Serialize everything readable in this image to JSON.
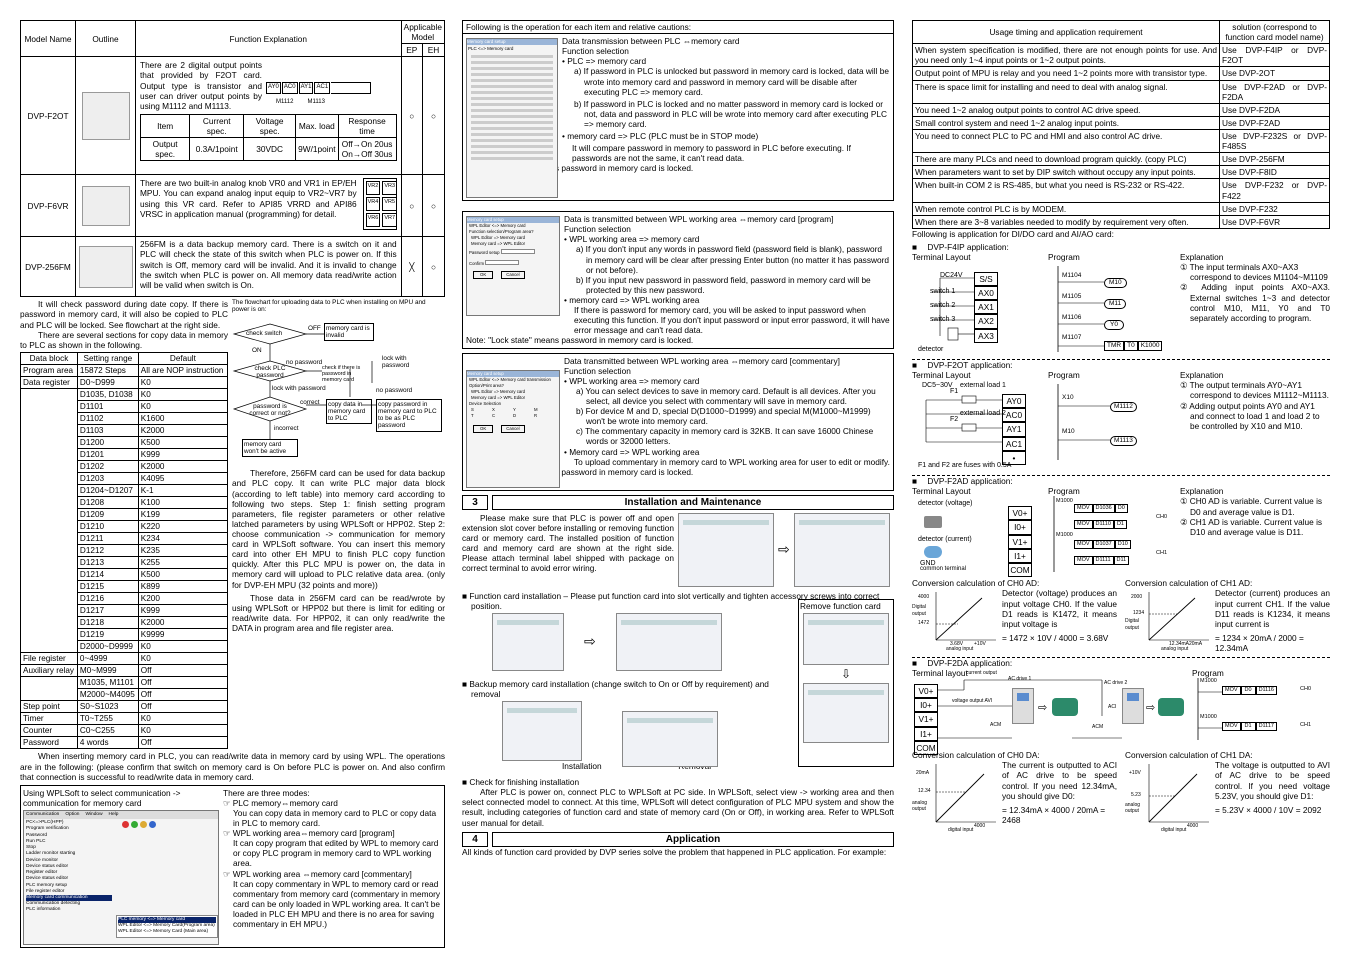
{
  "models_table": {
    "headers": {
      "model": "Model Name",
      "outline": "Outline",
      "func": "Function Explanation",
      "applicable": "Applicable Model",
      "ep": "EP",
      "eh": "EH"
    },
    "rows": [
      {
        "name": "DVP-F2OT",
        "text": "There are 2 digital output points that provided by F2OT card. Output type is transistor and user can driver output points by using M1112 and M1113.",
        "labels": [
          "AY0",
          "AC0",
          "AY1",
          "AC1",
          "M1112",
          "M1113"
        ],
        "ep": "○",
        "eh": "○",
        "spec": {
          "h": [
            "Item",
            "Current spec.",
            "Voltage spec.",
            "Max. load",
            "Response time"
          ],
          "r": [
            "Output spec.",
            "0.3A/1point",
            "30VDC",
            "9W/1point",
            "Off→On 20us",
            "On→Off 30us"
          ]
        }
      },
      {
        "name": "DVP-F6VR",
        "text": "There are two built-in analog knob VR0 and VR1 in EP/EH MPU. You can expand analog input equip to VR2~VR7 by using this VR card. Refer to API85 VRRD and API86 VRSC in application manual (programming) for detail.",
        "labels": [
          "VR2",
          "VR3",
          "VR4",
          "VR5",
          "VR6",
          "VR7"
        ],
        "ep": "○",
        "eh": "○"
      },
      {
        "name": "DVP-256FM",
        "text": "256FM is a data backup memory card. There is a switch on it and PLC will check the state of this switch when PLC is power on. If this switch is Off, memory card will be invalid. And it is invalid to change the switch when PLC is power on. All memory data read/write action will be valid when switch is On.",
        "ep": "╳",
        "eh": "○"
      }
    ]
  },
  "c1": {
    "p1": "It will check password during date copy. If there is password in memory card, it will also be copied to PLC and PLC will be locked. See flowchart at the right side.",
    "p2": "There are several sections for copy data in memory to PLC as shown in the following.",
    "flow": {
      "title": "The flowchart for uploading data to PLC when installing on MPU and power is on:",
      "check_switch": "check switch",
      "off": "OFF",
      "invalid": "memory card is invalid",
      "on": "ON",
      "check_pw": "check PLC password",
      "no_pw": "no password",
      "lock_pw": "lock with password",
      "no_pw2": "no password",
      "check_there": "check if there is password in memory card",
      "correct_q": "password is correct or not?",
      "correct": "correct",
      "copy1": "copy data in memory card to PLC",
      "copy2": "copy password in memory card to PLC to be as PLC password",
      "incorrect": "incorrect",
      "wont": "memory card won't be active"
    },
    "data_table": {
      "h": [
        "Data block",
        "Setting range",
        "Default"
      ],
      "rows": [
        [
          "Program area",
          "15872 Steps",
          "All are NOP instruction"
        ],
        [
          "Data register",
          "D0~D999",
          "K0"
        ],
        [
          "",
          "D1035, D1038",
          "K0"
        ],
        [
          "",
          "D1101",
          "K0"
        ],
        [
          "",
          "D1102",
          "K1600"
        ],
        [
          "",
          "D1103",
          "K2000"
        ],
        [
          "",
          "D1200",
          "K500"
        ],
        [
          "",
          "D1201",
          "K999"
        ],
        [
          "",
          "D1202",
          "K2000"
        ],
        [
          "",
          "D1203",
          "K4095"
        ],
        [
          "",
          "D1204~D1207",
          "K-1"
        ],
        [
          "",
          "D1208",
          "K100"
        ],
        [
          "",
          "D1209",
          "K199"
        ],
        [
          "",
          "D1210",
          "K220"
        ],
        [
          "",
          "D1211",
          "K234"
        ],
        [
          "",
          "D1212",
          "K235"
        ],
        [
          "",
          "D1213",
          "K255"
        ],
        [
          "",
          "D1214",
          "K500"
        ],
        [
          "",
          "D1215",
          "K899"
        ],
        [
          "",
          "D1216",
          "K200"
        ],
        [
          "",
          "D1217",
          "K999"
        ],
        [
          "",
          "D1218",
          "K2000"
        ],
        [
          "",
          "D1219",
          "K9999"
        ],
        [
          "",
          "D2000~D9999",
          "K0"
        ],
        [
          "File register",
          "0~4999",
          "K0"
        ],
        [
          "Auxiliary relay",
          "M0~M999",
          "Off"
        ],
        [
          "",
          "M1035, M1101",
          "Off"
        ],
        [
          "",
          "M2000~M4095",
          "Off"
        ],
        [
          "Step point",
          "S0~S1023",
          "Off"
        ],
        [
          "Timer",
          "T0~T255",
          "K0"
        ],
        [
          "Counter",
          "C0~C255",
          "K0"
        ],
        [
          "Password",
          "4 words",
          "Off"
        ]
      ]
    },
    "p3": "Therefore, 256FM card can be used for data backup and PLC copy. It can write PLC major data block (according to left table) into memory card according to following two steps. Step 1: finish setting program parameters, file register parameters or other relative latched parameters by using WPLSoft or HPP02. Step 2: choose communication -> communication for memory card in WPLSoft software. You can insert this memory card into other EH MPU to finish PLC copy function quickly. After this PLC MPU is power on, the data in memory card will upload to PLC relative data area. (only for DVP-EH MPU (32 points and more))",
    "p4": "Those data in 256FM card can be read/wrote by using WPLSoft or HPP02 but there is limit for editing or read/write data. For HPP02, it can only read/write the DATA in program area and file register area.",
    "p5": "When inserting memory card in PLC, you can read/write data in memory card by using WPL. The operations are in the following: (please confirm that switch on memory card is On before PLC is power on. And also confirm that connection is successful to read/write data in memory card.",
    "wpl_title": "Using WPLSoft to select communication -> communication for memory card",
    "wpl_menu": [
      "Communication",
      "Option",
      "Window",
      "Help"
    ],
    "wpl_items": [
      "PC<=>PLC(HPP)",
      "Program verification",
      "Password",
      "Run PLC",
      "Stop",
      "Ladder monitor starting",
      "Device monitor",
      "Device status editor",
      "Register editor",
      "Device status editor",
      "PLC memory setup",
      "File register editor",
      "Memory card communication",
      "Communication detecting",
      "PLC information"
    ],
    "wpl_sub": [
      "PLC memory <=> Memory card",
      "WPL Editor <=> Memory Card(Program area)",
      "WPL Editor <=> Memory Card (Main area)"
    ],
    "three": "There are three modes:",
    "m1t": "☞ PLC memory⇔memory card",
    "m1": "You can copy data in memory card to PLC or copy data in PLC to memory card.",
    "m2t": "☞ WPL working area⇔memory card [program]",
    "m2": "It can copy program that edited by WPL to memory card or copy PLC program in memory card to WPL working area.",
    "m3t": "☞ WPL working area ⇔memory card [commentary]",
    "m3": "It can copy commentary in WPL to memory card or read commentary from memory card (commentary in memory card can be only loaded in WPL working area. It can't be loaded in PLC EH MPU and there is no area for saving commentary in EH MPU.)"
  },
  "c2": {
    "intro": "Following is the operation for each item and relative cautions:",
    "s1": {
      "t1": "Data transmission between PLC ⇔memory card",
      "t2": "Function selection",
      "b1": "• PLC => memory card",
      "a": "a) If password in PLC is unlocked but password in memory card is locked, data will be wrote into memory card and password in memory card will be disable after executing PLC => memory card.",
      "b": "b) If password in PLC is locked and no matter password in memory card is locked or not, data and password in PLC will be wrote into memory card after executing PLC => memory card.",
      "b2": "• memory card => PLC (PLC must be in STOP mode)",
      "c": "It will compare password in memory to password in PLC before executing. If passwords are not the same, it can't read data.",
      "note": "Note: \"Lock state\" means password in memory card is locked."
    },
    "s2": {
      "t1": "Data is transmitted between WPL working area ⇔memory card [program]",
      "t2": "Function selection",
      "b1": "• WPL working area => memory card",
      "a": "a) If you don't input any words in password field (password field is blank), password in memory card will be clear after pressing Enter button (no matter it has password or not before).",
      "b": "b) If you input new password in password field, password in memory card will be protected by this new password.",
      "b2": "• memory card => WPL working area",
      "c": "If there is password for memory card, you will be asked to input password when executing this function. If you don't input password or input error password, it will have error message and can't read data.",
      "note": "Note: \"Lock state\" means password in memory card is locked."
    },
    "s3": {
      "t1": "Data transmitted between WPL working area ⇔memory card [commentary]",
      "t2": "Function selection",
      "b1": "• WPL working area => memory card",
      "a": "a) You can select devices to save in memory card. Default is all devices. After you select, all device you select with commentary will save in memory card.",
      "b": "b) For device M and D, special D(D1000~D1999) and special M(M1000~M1999) won't be wrote into memory card.",
      "c": "c) The commentary capacity in memory card is 32KB. It can save 16000 Chinese words or 32000 letters.",
      "b2": "• Memory card => WPL working area",
      "d": "To upload commentary in memory card to WPL working area for user to edit or modify.",
      "note": "Note: \"Lock state\" means password in memory card is locked."
    },
    "dlg1": [
      "Memory card setup",
      "PLC <=> Memory card"
    ],
    "dlg2": [
      "Memory card setup",
      "WPL Editor <=> Memory card",
      "Function selection/Program area?",
      "WPL Editor => Memory card",
      "Memory card => WPL Editor",
      "Password setup",
      "Confirm",
      "OK",
      "Cancel"
    ],
    "dlg3": [
      "Memory card setup",
      "WPL Editor <=> Memory card transmission",
      "Option/Print area?",
      "WPL Editor => Memory card",
      "Memory card => WPL Editor",
      "Device Selection",
      "S",
      "X",
      "Y",
      "M",
      "T",
      "C",
      "D",
      "R",
      "OK",
      "Cancel"
    ],
    "sec3": {
      "num": "3",
      "title": "Installation and Maintenance"
    },
    "inst": "Please make sure that PLC is power off and open extension slot cover before installing or removing function card or memory card. The installed position of function card and memory card are shown at the right side. Please attach terminal label shipped with package on correct terminal to avoid error wiring.",
    "fci": "Function card installation – Please put function card into slot vertically and tighten accessory screws into correct position.",
    "remove": "Remove function card",
    "bmc": "Backup memory card installation (change switch to On or Off by requirement) and removal",
    "installation": "Installation",
    "removal": "Removal",
    "cff": "Check for finishing installation",
    "cffp": "After PLC is power on, connect PLC to WPLSoft at PC side. In WPLSoft, select view -> working area and then select connected model to connect. At this time, WPLSoft will detect configuration of PLC MPU system and show the result, including categories of function card and state of memory card (On or Off), in working area. Refer to WPLSoft user manual for detail.",
    "sec4": {
      "num": "4",
      "title": "Application"
    },
    "app": "All kinds of function card provided by DVP series solve the problem that happened in PLC application. For example:",
    "arrow": "⇨",
    "arrow_down": "⇩"
  },
  "c3": {
    "sol_h": [
      "Usage timing and application requirement",
      "solution (correspond to function card model name)"
    ],
    "sol": [
      [
        "When system specification is modified, there are not enough points for use. And you need only 1~4 input points or 1~2 output points.",
        "Use DVP-F4IP or DVP-F2OT"
      ],
      [
        "Output point of MPU is relay and you need 1~2 points more with transistor type.",
        "Use DVP-2OT"
      ],
      [
        "There is space limit for installing and need to deal with analog signal.",
        "Use DVP-F2AD or DVP-F2DA"
      ],
      [
        "You need 1~2 analog output points to control AC drive speed.",
        "Use DVP-F2DA"
      ],
      [
        "Small control system and need 1~2 analog input points.",
        "Use DVP-F2AD"
      ],
      [
        "You need to connect PLC to PC and HMI and also control AC drive.",
        "Use DVP-F232S or DVP-F485S"
      ],
      [
        "There are many PLCs and need to download program quickly. (copy PLC)",
        "Use DVP-256FM"
      ],
      [
        "When parameters want to set by DIP switch without occupy any input points.",
        "Use DVP-F8ID"
      ],
      [
        "When built-in COM 2 is RS-485, but what you need is RS-232 or RS-422.",
        "Use DVP-F232 or DVP-F422"
      ],
      [
        "When remote control PLC is by MODEM.",
        "Use DVP-F232"
      ],
      [
        "When there are 3~8 variables needed to modify by requirement very often.",
        "Use DVP-F6VR"
      ]
    ],
    "follow": "Following is application for DI/DO card and AI/AO card:",
    "f4ip": {
      "title": "DVP-F4IP application:",
      "tl": "Terminal Layout",
      "pg": "Program",
      "ex": "Explanation",
      "term": [
        "S/S",
        "AX0",
        "AX1",
        "AX2",
        "AX3"
      ],
      "lbl": [
        "DC24V",
        "switch 1",
        "switch 2",
        "switch 3",
        "detector"
      ],
      "prog": [
        "M1104",
        "M10",
        "M1105",
        "M11",
        "M1106",
        "Y0",
        "M1107",
        "TMR",
        "T0",
        "K1000"
      ],
      "e1": "① The input terminals AX0~AX3 correspond to devices M1104~M1109",
      "e2": "② Adding input points AX0~AX3. External switches 1~3 and detector control M10, M11, Y0 and T0 separately according to program."
    },
    "f2ot": {
      "title": "DVP-F2OT application:",
      "tl": "Terminal Layout",
      "pg": "Program",
      "ex": "Explanation",
      "term": [
        "AY0",
        "AC0",
        "AY1",
        "AC1",
        "•"
      ],
      "lbl": [
        "DC5~30V",
        "F1",
        "external load 1",
        "F2",
        "external load 2",
        "F1 and F2 are fuses with 0.5A"
      ],
      "prog": [
        "X10",
        "M1112",
        "M10",
        "M1113"
      ],
      "e1": "① The output terminals AY0~AY1 correspond to devices M1112~M1113.",
      "e2": "② Adding output points AY0 and AY1 and connect to load 1 and load 2 to be controlled by X10 and M10."
    },
    "f2ad": {
      "title": "DVP-F2AD application:",
      "tl": "Terminal Layout",
      "pg": "Program",
      "ex": "Explanation",
      "term": [
        "V0+",
        "I0+",
        "V1+",
        "I1+",
        "COM"
      ],
      "lbl": [
        "detector (voltage)",
        "detector (current)",
        "GND",
        "common terminal"
      ],
      "prog": [
        "M1000",
        "MOV",
        "D1036",
        "D0",
        "D1110",
        "D1",
        "CH0",
        "D1037",
        "D10",
        "D1111",
        "D11",
        "CH1"
      ],
      "e1": "① CH0 AD is variable. Current value is D0 and average value is D1.",
      "e2": "② CH1 AD is variable. Current value is D10 and average value is D11.",
      "ch0t": "Conversion calculation of CH0 AD:",
      "ch0": "Detector (voltage) produces an input voltage CH0. If the value D1 reads is K1472, it means input voltage is",
      "ch0f": "= 1472 × 10V / 4000 = 3.68V",
      "ch1t": "Conversion calculation of CH1 AD:",
      "ch1": "Detector (current) produces an input current CH1. If the value D11 reads is K1234, it means input current is",
      "ch1f": "= 1234 × 20mA / 2000 = 12.34mA",
      "g1": [
        "4000",
        "Digital output",
        "1472",
        "3.68V",
        "+10V",
        "analog input"
      ],
      "g2": [
        "2000",
        "1234",
        "Digital output",
        "12.34mA",
        "20mA",
        "analog input"
      ]
    },
    "f2da": {
      "title": "DVP-F2DA application:",
      "tl": "Terminal layout",
      "pg": "Program",
      "term": [
        "V0+",
        "I0+",
        "V1+",
        "I1+",
        "COM"
      ],
      "lbl": [
        "current output",
        "voltage output AVI",
        "AC drive 1",
        "ACM",
        "ACI",
        "AC drive 2",
        "ACM"
      ],
      "prog": [
        "M1000",
        "MOV",
        "D0",
        "D1116",
        "CH0",
        "M1000",
        "MOV",
        "D1",
        "D1117",
        "CH1"
      ],
      "ch0t": "Conversion calculation of CH0 DA:",
      "ch0": "The current is outputted to ACI of AC drive to be speed control. If you need 12.34mA, you should give D0:",
      "ch0f": "= 12.34mA × 4000 / 20mA = 2468",
      "ch1t": "Conversion calculation of CH1 DA:",
      "ch1": "The voltage is outputted to AVI of AC drive to be speed control. If you need voltage 5.23V, you should give D1:",
      "ch1f": "= 5.23V × 4000 / 10V = 2092",
      "g1": [
        "20mA",
        "12.34",
        "analog output",
        "4000",
        "digital input"
      ],
      "g2": [
        "+10V",
        "5.23",
        "analog output",
        "4000",
        "digital input"
      ]
    }
  }
}
